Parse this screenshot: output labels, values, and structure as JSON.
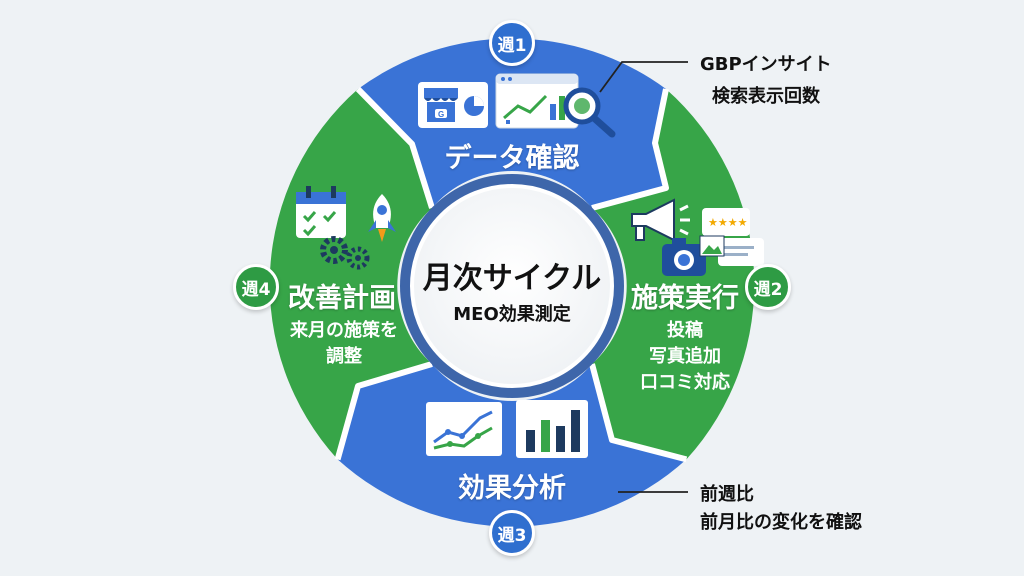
{
  "center": {
    "title": "月次サイクル",
    "subtitle": "MEO効果測定"
  },
  "phases": [
    {
      "badge": "週1",
      "title": "データ確認",
      "color": "#3a73d6"
    },
    {
      "badge": "週2",
      "title": "施策実行",
      "details": [
        "投稿",
        "写真追加",
        "口コミ対応"
      ],
      "color": "#37a548"
    },
    {
      "badge": "週3",
      "title": "効果分析",
      "color": "#3a73d6"
    },
    {
      "badge": "週4",
      "title": "改善計画",
      "details": [
        "来月の施策を",
        "調整"
      ],
      "color": "#37a548"
    }
  ],
  "callouts": {
    "week1": [
      "GBPインサイト",
      "検索表示回数"
    ],
    "week3": [
      "前週比",
      "前月比の変化を確認"
    ]
  },
  "icons": [
    "store-icon",
    "chart-window-icon",
    "magnifier-icon",
    "megaphone-icon",
    "review-stars-icon",
    "camera-icon",
    "photo-icon",
    "line-chart-icon",
    "bar-chart-icon",
    "calendar-icon",
    "rocket-icon",
    "gears-icon"
  ]
}
